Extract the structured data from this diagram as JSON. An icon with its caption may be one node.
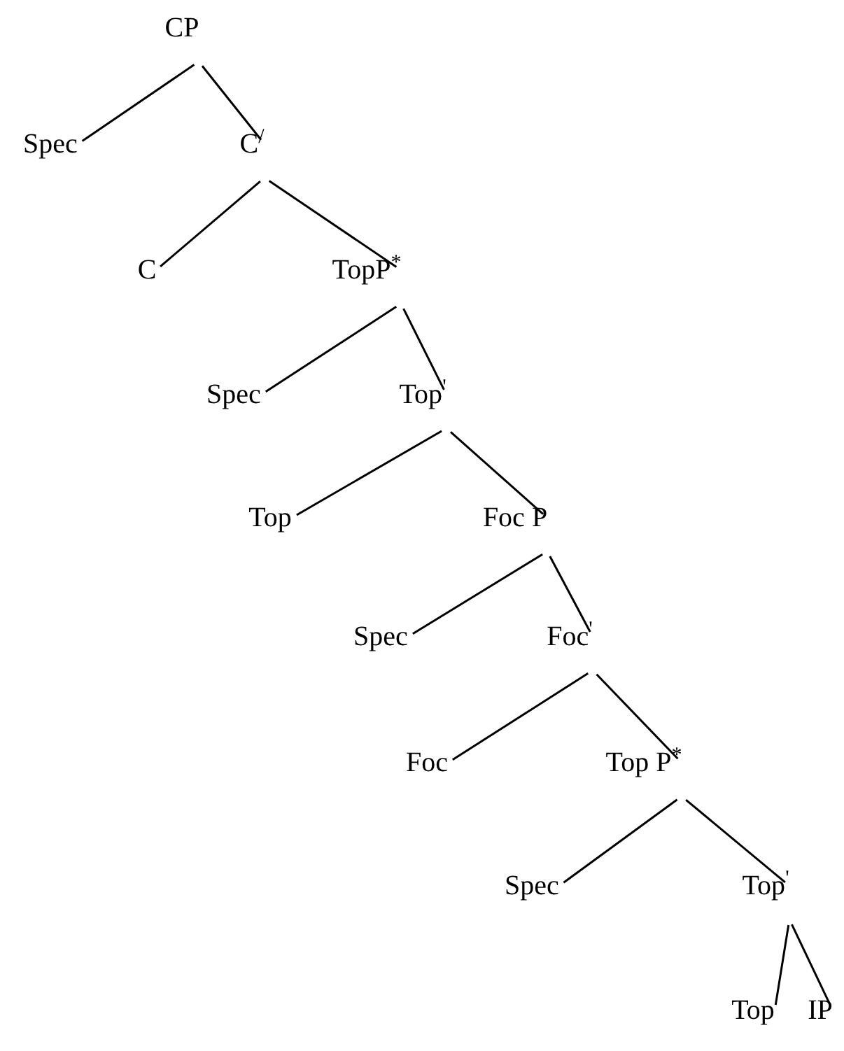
{
  "diagram": {
    "nodes": [
      {
        "text": [
          "CP"
        ]
      },
      {
        "text": [
          "Spec"
        ]
      },
      {
        "text": [
          "C$^{/}$"
        ]
      },
      {
        "text": [
          "C"
        ]
      },
      {
        "text": [
          "TopP$^{*}$"
        ]
      },
      {
        "text": [
          "Spec"
        ]
      },
      {
        "text": [
          "Top$^{'}$"
        ]
      },
      {
        "text": [
          "Top"
        ]
      },
      {
        "text": [
          "Foc P"
        ]
      },
      {
        "text": [
          "Spec"
        ]
      },
      {
        "text": [
          "Foc$^{'}$"
        ]
      },
      {
        "text": [
          "Foc"
        ]
      },
      {
        "text": [
          "Top P$^{*}$"
        ]
      },
      {
        "text": [
          "Spec"
        ]
      },
      {
        "text": [
          "Top$^{'}$"
        ]
      },
      {
        "text": [
          "Top"
        ]
      },
      {
        "text": [
          "IP"
        ]
      }
    ],
    "edges": [
      {
        "from": 0,
        "to": 1,
        "arrow": "none"
      },
      {
        "from": 0,
        "to": 2,
        "arrow": "none"
      },
      {
        "from": 2,
        "to": 3,
        "arrow": "none"
      },
      {
        "from": 2,
        "to": 4,
        "arrow": "none"
      },
      {
        "from": 4,
        "to": 5,
        "arrow": "none"
      },
      {
        "from": 4,
        "to": 6,
        "arrow": "none"
      },
      {
        "from": 6,
        "to": 7,
        "arrow": "none"
      },
      {
        "from": 6,
        "to": 8,
        "arrow": "none"
      },
      {
        "from": 8,
        "to": 9,
        "arrow": "none"
      },
      {
        "from": 8,
        "to": 10,
        "arrow": "none"
      },
      {
        "from": 10,
        "to": 11,
        "arrow": "none"
      },
      {
        "from": 10,
        "to": 12,
        "arrow": "none"
      },
      {
        "from": 12,
        "to": 13,
        "arrow": "none"
      },
      {
        "from": 12,
        "to": 14,
        "arrow": "none"
      },
      {
        "from": 14,
        "to": 15,
        "arrow": "none"
      },
      {
        "from": 14,
        "to": 16,
        "arrow": "none"
      }
    ]
  }
}
